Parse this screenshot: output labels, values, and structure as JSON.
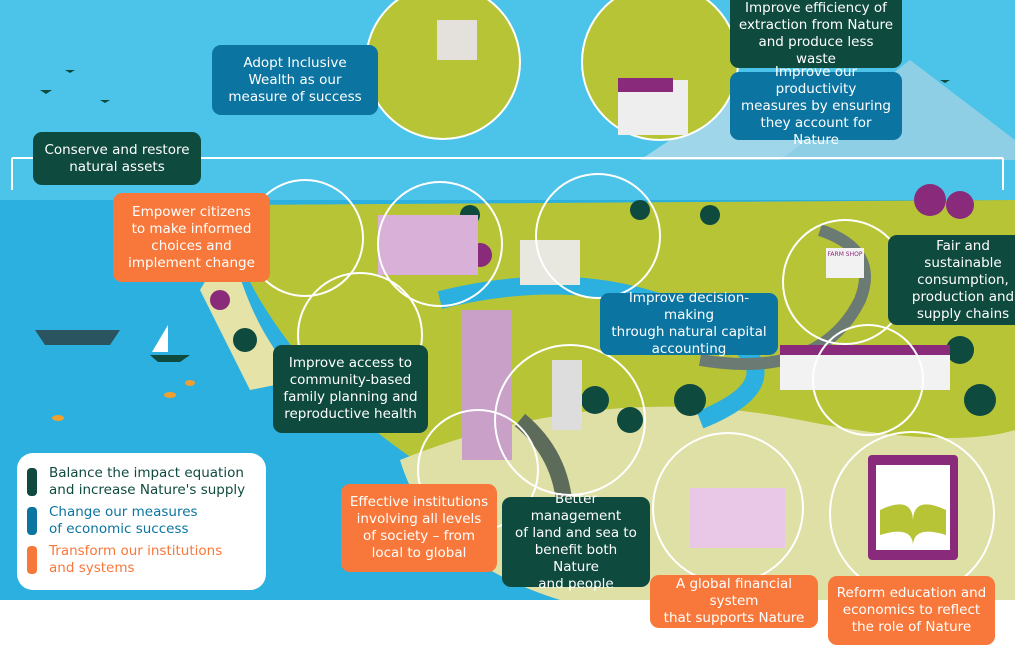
{
  "labels": {
    "inclusive_wealth": "Adopt Inclusive\nWealth as our\nmeasure of success",
    "conserve": "Conserve and restore\nnatural assets",
    "efficiency": "Improve efficiency of\nextraction from Nature\nand produce less waste",
    "productivity": "Improve our productivity\nmeasures by ensuring\nthey account for Nature",
    "empower": "Empower citizens\nto make informed\nchoices and\nimplement change",
    "decision_making": "Improve decision-making\nthrough natural capital\naccounting",
    "fair_consumption": "Fair and sustainable\nconsumption,\nproduction and\nsupply chains",
    "family_planning": "Improve access to\ncommunity-based\nfamily planning and\nreproductive health",
    "institutions": "Effective institutions\ninvolving all levels\nof society – from\nlocal to global",
    "land_sea": "Better management\nof land and sea to\nbenefit both Nature\nand people",
    "financial": "A global financial system\nthat supports Nature",
    "education": "Reform education and\neconomics to reflect\nthe role of Nature"
  },
  "scene_text": {
    "farm_shop": "FARM SHOP"
  },
  "legend": [
    {
      "text": "Balance the impact equation\nand increase Nature's supply",
      "color": "#0e4a3e"
    },
    {
      "text": "Change our measures\nof economic success",
      "color": "#0b74a0"
    },
    {
      "text": "Transform our institutions\nand systems",
      "color": "#f7783a"
    }
  ],
  "colors": {
    "sky": "#4cc3e8",
    "sea": "#2bb0df",
    "land": "#b6c436",
    "dark": "#0e4a3e",
    "blue": "#0b74a0",
    "orange": "#f7783a"
  }
}
